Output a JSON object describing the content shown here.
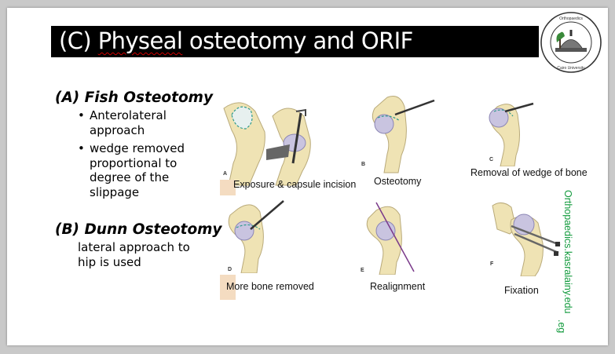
{
  "slide": {
    "title_prefix": "(C) ",
    "title_underlined": "Physeal",
    "title_rest": " osteotomy and ORIF",
    "vertical_site_line1": "Orthopaedics.kasralainy.edu",
    "vertical_site_line2": ".eg"
  },
  "left": {
    "fish_heading": "(A) Fish Osteotomy",
    "fish_bullets": [
      "Anterolateral approach",
      "wedge removed proportional to degree of the slippage"
    ],
    "dunn_heading": "(B) Dunn Osteotomy",
    "dunn_text": "lateral approach to hip is used"
  },
  "figures": {
    "a": {
      "letter": "A",
      "caption": "Exposure & capsule incision"
    },
    "b": {
      "letter": "B",
      "caption": "Osteotomy"
    },
    "c": {
      "letter": "C",
      "caption": "Removal of wedge of bone"
    },
    "d": {
      "letter": "D",
      "caption": "More bone removed"
    },
    "e": {
      "letter": "E",
      "caption": "Realignment"
    },
    "f": {
      "letter": "F",
      "caption": "Fixation"
    }
  },
  "colors": {
    "bone": "#efe3b4",
    "head": "#c9c4e0",
    "line": "#2f9a8d",
    "title_bg": "#000000",
    "green": "#119a3c"
  }
}
